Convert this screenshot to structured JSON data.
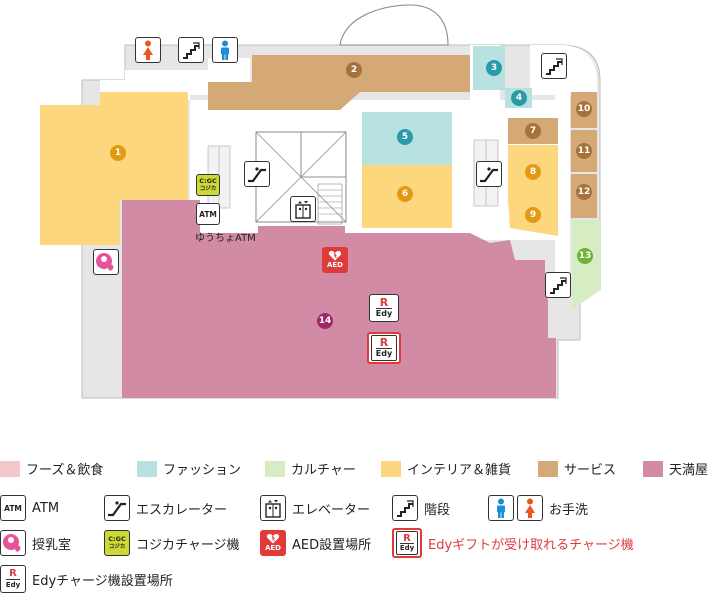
{
  "colors": {
    "food": "#f5c6cc",
    "fashion": "#b8e2e0",
    "culture": "#d8ecc4",
    "interior": "#fdd77d",
    "service": "#d4a975",
    "tenmaya": "#d28ba4",
    "common": "#e4e4e4",
    "marker_tenmaya": "#a0286a",
    "marker_service": "#a5733a",
    "marker_interior": "#e39a12",
    "marker_fashion": "#2a9aa8",
    "marker_culture": "#6db334",
    "accent_red": "#e03b3b"
  },
  "map": {
    "store_numbers": [
      {
        "num": "1",
        "category": "interior"
      },
      {
        "num": "2",
        "category": "service"
      },
      {
        "num": "3",
        "category": "fashion"
      },
      {
        "num": "4",
        "category": "fashion"
      },
      {
        "num": "5",
        "category": "fashion"
      },
      {
        "num": "6",
        "category": "interior"
      },
      {
        "num": "7",
        "category": "service"
      },
      {
        "num": "8",
        "category": "interior"
      },
      {
        "num": "9",
        "category": "interior"
      },
      {
        "num": "10",
        "category": "service"
      },
      {
        "num": "11",
        "category": "service"
      },
      {
        "num": "12",
        "category": "service"
      },
      {
        "num": "13",
        "category": "culture"
      },
      {
        "num": "14",
        "category": "tenmaya"
      }
    ],
    "atm_label": "ゆうちょATM",
    "atm_icon_text": "ATM",
    "aed_text": "AED",
    "edy_text_top": "R",
    "edy_text_bottom": "Edy",
    "cgc_text_top": "C:GC",
    "cgc_text_bottom": "コジカ"
  },
  "legend": {
    "categories": [
      {
        "label": "フーズ＆飲食",
        "color_key": "food"
      },
      {
        "label": "ファッション",
        "color_key": "fashion"
      },
      {
        "label": "カルチャー",
        "color_key": "culture"
      },
      {
        "label": "インテリア＆雑貨",
        "color_key": "interior"
      },
      {
        "label": "サービス",
        "color_key": "service"
      },
      {
        "label": "天満屋",
        "color_key": "tenmaya"
      }
    ],
    "facilities": [
      {
        "label": "ATM",
        "icon": "atm-icon"
      },
      {
        "label": "エスカレーター",
        "icon": "escalator-icon"
      },
      {
        "label": "エレベーター",
        "icon": "elevator-icon"
      },
      {
        "label": "階段",
        "icon": "stairs-icon"
      },
      {
        "label": "お手洗",
        "icon": "restroom-icon"
      },
      {
        "label": "授乳室",
        "icon": "nursing-room-icon"
      },
      {
        "label": "コジカチャージ機",
        "icon": "cgc-charge-icon"
      },
      {
        "label": "AED設置場所",
        "icon": "aed-icon"
      },
      {
        "label": "Edyギフトが受け取れるチャージ機",
        "icon": "edy-gift-icon"
      },
      {
        "label": "Edyチャージ機設置場所",
        "icon": "edy-charge-icon"
      }
    ]
  }
}
